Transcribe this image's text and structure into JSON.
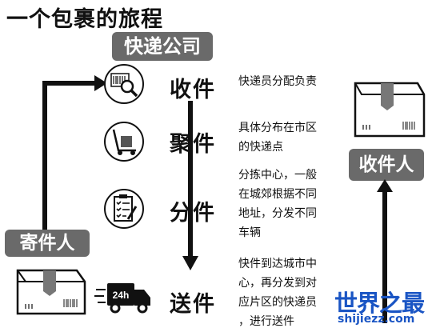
{
  "title": "一个包裹的旅程",
  "labels": {
    "company": "快递公司",
    "sender": "寄件人",
    "receiver": "收件人"
  },
  "steps": [
    {
      "name": "收件",
      "desc": [
        "快递员分配负责"
      ],
      "icon": "magnifier-barcode-icon"
    },
    {
      "name": "聚件",
      "desc": [
        "具体分布在市区",
        "的快递点"
      ],
      "icon": "hand-truck-icon"
    },
    {
      "name": "分件",
      "desc": [
        "分拣中心，一般",
        "在城郊根据不同",
        "地址，分发不同",
        "车辆"
      ],
      "icon": "checklist-clipboard-icon"
    },
    {
      "name": "送件",
      "desc": [
        "快件到达城市中",
        "心，再分发到对",
        "应片区的快递员",
        "，进行送件"
      ],
      "icon": "delivery-truck-24h-icon"
    }
  ],
  "truck_badge": "24h",
  "watermark": {
    "text": "世界之最",
    "url": "shijiezz.com"
  }
}
